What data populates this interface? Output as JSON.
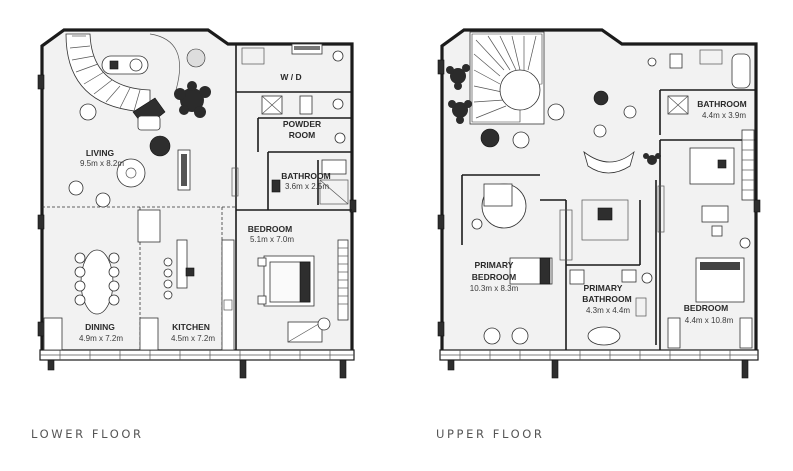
{
  "floors": [
    {
      "caption": "LOWER FLOOR",
      "rooms": [
        {
          "name": "LIVING",
          "dims": "9.5m x 8.2m"
        },
        {
          "name": "W / D",
          "dims": ""
        },
        {
          "name": "POWDER",
          "name2": "ROOM",
          "dims": ""
        },
        {
          "name": "BATHROOM",
          "dims": "3.6m x 2.5m"
        },
        {
          "name": "BEDROOM",
          "dims": "5.1m x 7.0m"
        },
        {
          "name": "DINING",
          "dims": "4.9m x 7.2m"
        },
        {
          "name": "KITCHEN",
          "dims": "4.5m x 7.2m"
        }
      ]
    },
    {
      "caption": "UPPER FLOOR",
      "rooms": [
        {
          "name": "BATHROOM",
          "dims": "4.4m x 3.9m"
        },
        {
          "name": "PRIMARY",
          "name2": "BEDROOM",
          "dims": "10.3m x 8.3m"
        },
        {
          "name": "PRIMARY",
          "name2": "BATHROOM",
          "dims": "4.3m x 4.4m"
        },
        {
          "name": "BEDROOM",
          "dims": "4.4m x 10.8m"
        }
      ]
    }
  ],
  "colors": {
    "floor_fill": "#f2f2f2",
    "wall": "#1b1b1b",
    "caption": "#555555"
  }
}
